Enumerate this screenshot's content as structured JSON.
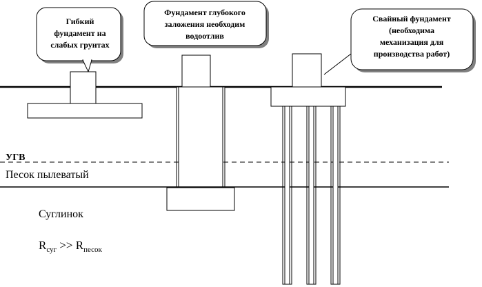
{
  "callouts": {
    "flexible": {
      "lines": [
        "Гибкий",
        "фундамент на",
        "слабых грунтах"
      ]
    },
    "deep": {
      "lines": [
        "Фундамент глубокого",
        "заложения необходим",
        "водоотлив"
      ]
    },
    "pile": {
      "lines": [
        "Свайный фундамент",
        "(необходима",
        "механизация для",
        "производства работ)"
      ]
    }
  },
  "labels": {
    "ugv": "УГВ",
    "sand": "Песок пылеватый",
    "loam": "Суглинок",
    "formula": {
      "r1": "R",
      "sub1": "суг",
      "op": " >> ",
      "r2": "R",
      "sub2": "песок"
    }
  },
  "colors": {
    "line": "#000000",
    "fill": "#ffffff",
    "shadow": "#808080"
  }
}
